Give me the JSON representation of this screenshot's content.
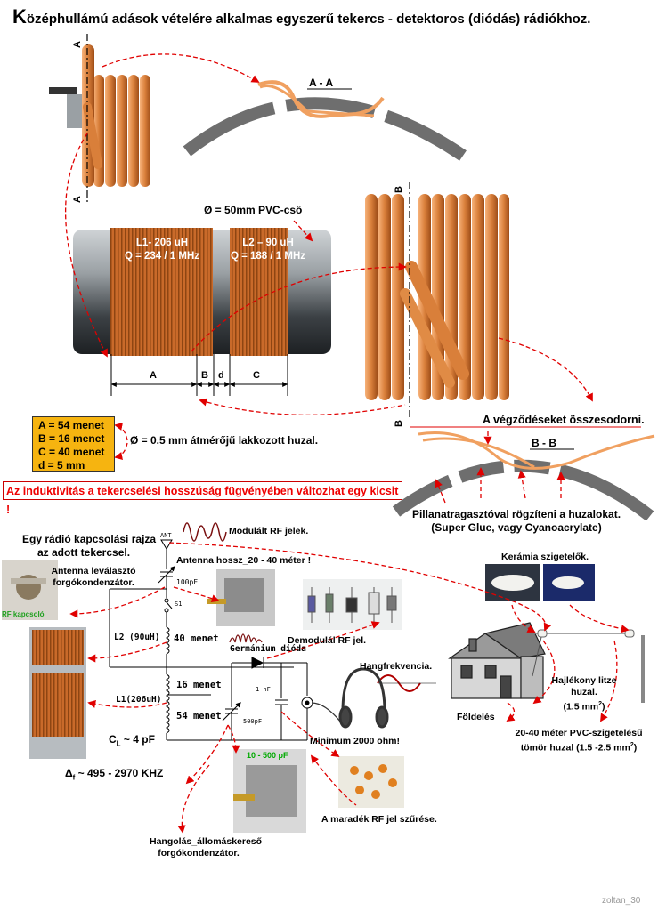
{
  "title": {
    "first_letter": "K",
    "rest": "özéphullámú adások vételére alkalmas egyszerű tekercs - detektoros (diódás) rádiókhoz."
  },
  "sections": {
    "aa": "A - A",
    "bb": "B - B",
    "a_left": "A",
    "b_left": "B"
  },
  "tube": {
    "diameter_label": "Ø = 50mm PVC-cső"
  },
  "coil_l1": {
    "line1": "L1- 206 uH",
    "line2": "Q = 234 / 1 MHz"
  },
  "coil_l2": {
    "line1": "L2 – 90 uH",
    "line2": "Q = 188 / 1 MHz"
  },
  "dims": {
    "a": "A",
    "b": "B",
    "d": "d",
    "c": "C"
  },
  "turns": {
    "a": "A = 54 menet",
    "b": "B = 16 menet",
    "c": "C = 40 menet",
    "d": "d = 5 mm"
  },
  "wire_label": "Ø = 0.5 mm átmérőjű lakkozott huzal.",
  "warning": "Az induktivitás a tekercselési hosszúság fügvényében változhat egy kicsit !",
  "join_ends": "A végződéseket összesodorni.",
  "glue": {
    "line1": "Pillanatragasztóval rögzíteni a huzalokat.",
    "line2": "(Super Glue, vagy Cyanoacrylate)"
  },
  "schematic": {
    "title_line1": "Egy rádió kapcsolási rajza",
    "title_line2": "az adott tekercsel.",
    "modulated_rf": "Modulált RF jelek.",
    "antenna_length": "Antenna hossz_20 - 40 méter !",
    "antenna_cap": "Antenna leválasztó forgókondenzátor.",
    "ant": "ANT",
    "c100": "100pF",
    "s1": "S1",
    "l2": "L2 (90uH)",
    "l2_turns": "40 menet",
    "germanium": "Germánium dióda",
    "demod": "Demodulál RF jel.",
    "turns16": "16 menet",
    "turns54": "54 menet",
    "l1": "L1(206uH)",
    "c1nf": "1 nF",
    "c500": "500pF",
    "audio": "Hangfrekvencia.",
    "min_ohm": "Minimum 2000 ohm!",
    "cl": "C",
    "cl_sub": "L",
    "cl_val": " ~ 4 pF",
    "delta": "Δ",
    "delta_sub": "f",
    "delta_val": " ~ 495 - 2970 KHZ",
    "tuning_cap_badge": "10 - 500 pF",
    "tuning_cap": "Hangolás_állomáskereső forgókondenzátor.",
    "rf_filter": "A maradék RF jel szűrése.",
    "rf_kapcsolo": "RF kapcsoló"
  },
  "antenna_side": {
    "ceramic": "Kerámia szigetelők.",
    "litz": "Hajlékony litze huzal.",
    "litz_size": "(1.5 mm",
    "ground": "Földelés",
    "pvc_wire1": "20-40 méter PVC-szigetelésű",
    "pvc_wire2": "tömör huzal (1.5 -2.5 mm"
  },
  "signature": "zoltan_30",
  "colors": {
    "copper": "#d97f3a",
    "copper_dark": "#a8531c",
    "red": "#e00000",
    "grey": "#6f6f6f",
    "legend": "#f6b410"
  }
}
